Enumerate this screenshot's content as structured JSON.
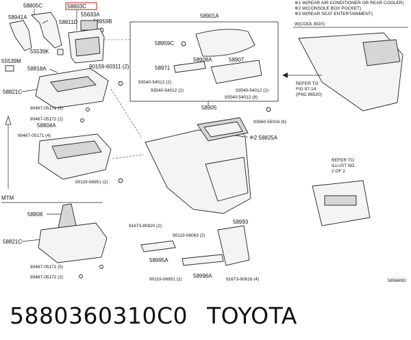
{
  "notes": {
    "n1": "※1 W(REAR AIR CONDITIONER OR REAR COOLER)",
    "n2": "※2 W(CONSOLE BOX POCKET)",
    "n3": "※3 W(REAR SEAT ENTERTAINMENT)",
    "cool_box": "W(COOL BOX)",
    "refer_fig_1": "REFER TO",
    "refer_fig_2": "FIG 87-14",
    "refer_fig_3": "(PNC 86520)",
    "refer_illust_1": "REFER TO",
    "refer_illust_2": "ILLUST NO.",
    "refer_illust_3": "2 OF 2",
    "mtm": "MTM",
    "diagram_id": "585669D"
  },
  "parts": {
    "p58805C": "58805C",
    "p58803C": "58803C",
    "p58941A": "58941A",
    "p55633A": "55633A",
    "p58811D": "58811D",
    "p58959B": "58959B",
    "p55539K": "55539K",
    "p55539M": "55539M",
    "p58818A": "58818A",
    "p58821C_top": "58821C",
    "p90159": "90159-60311 (2)",
    "p90467_3": "90467-05171 (3)",
    "p90467_2a": "90467-05172 (2)",
    "p58804A": "58804A",
    "p90467_4": "90467-05171 (4)",
    "p90119_2": "90119-06951 (2)",
    "p58901A": "58901A",
    "p58959C": "58959C",
    "p58908A": "58908A",
    "p58907": "58907",
    "p58971": "58971",
    "p93540_a": "93540-54012 (2)",
    "p93540_b": "93540-54012 (2)",
    "p93540_c": "93540-54012 (2)",
    "p93540_d": "93540-54012 (8)",
    "p58905": "58905",
    "p93560": "93560-55016 (6)",
    "p58825A": "※2 58825A",
    "p58808": "58808",
    "p58821C_bot": "58821C",
    "p90467_5": "90467-05171 (5)",
    "p90467_2b": "90467-05172 (2)",
    "p91673_2": "91673-80820 (2)",
    "p90119_08063": "90119-08063 (2)",
    "p58993": "58993",
    "p58995A": "58995A",
    "p90119_06951b": "90119-06951 (2)",
    "p58996A": "58996A",
    "p91673_4": "91673-80616 (4)"
  },
  "caption": {
    "part_number": "5880360310C0",
    "brand": "TOYOTA"
  }
}
